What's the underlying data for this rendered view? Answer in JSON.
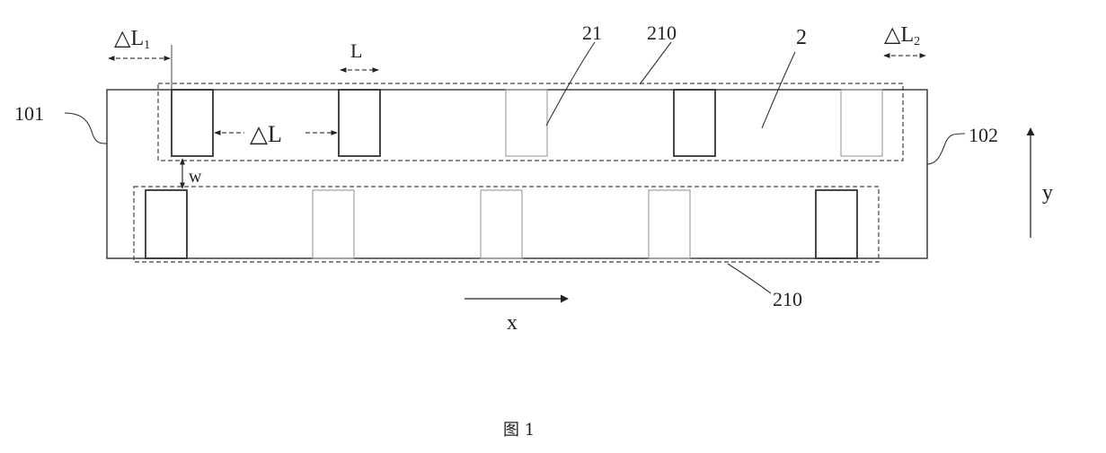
{
  "labels": {
    "delta_l1": "△L",
    "delta_l1_sub": "1",
    "delta_l2": "△L",
    "delta_l2_sub": "2",
    "l": "L",
    "delta_l": "△L",
    "ref_21": "21",
    "ref_210_top": "210",
    "ref_2": "2",
    "ref_101": "101",
    "ref_102": "102",
    "w": "w",
    "y_axis": "y",
    "x_axis": "x",
    "ref_210_bottom": "210"
  },
  "caption": "图 1"
}
